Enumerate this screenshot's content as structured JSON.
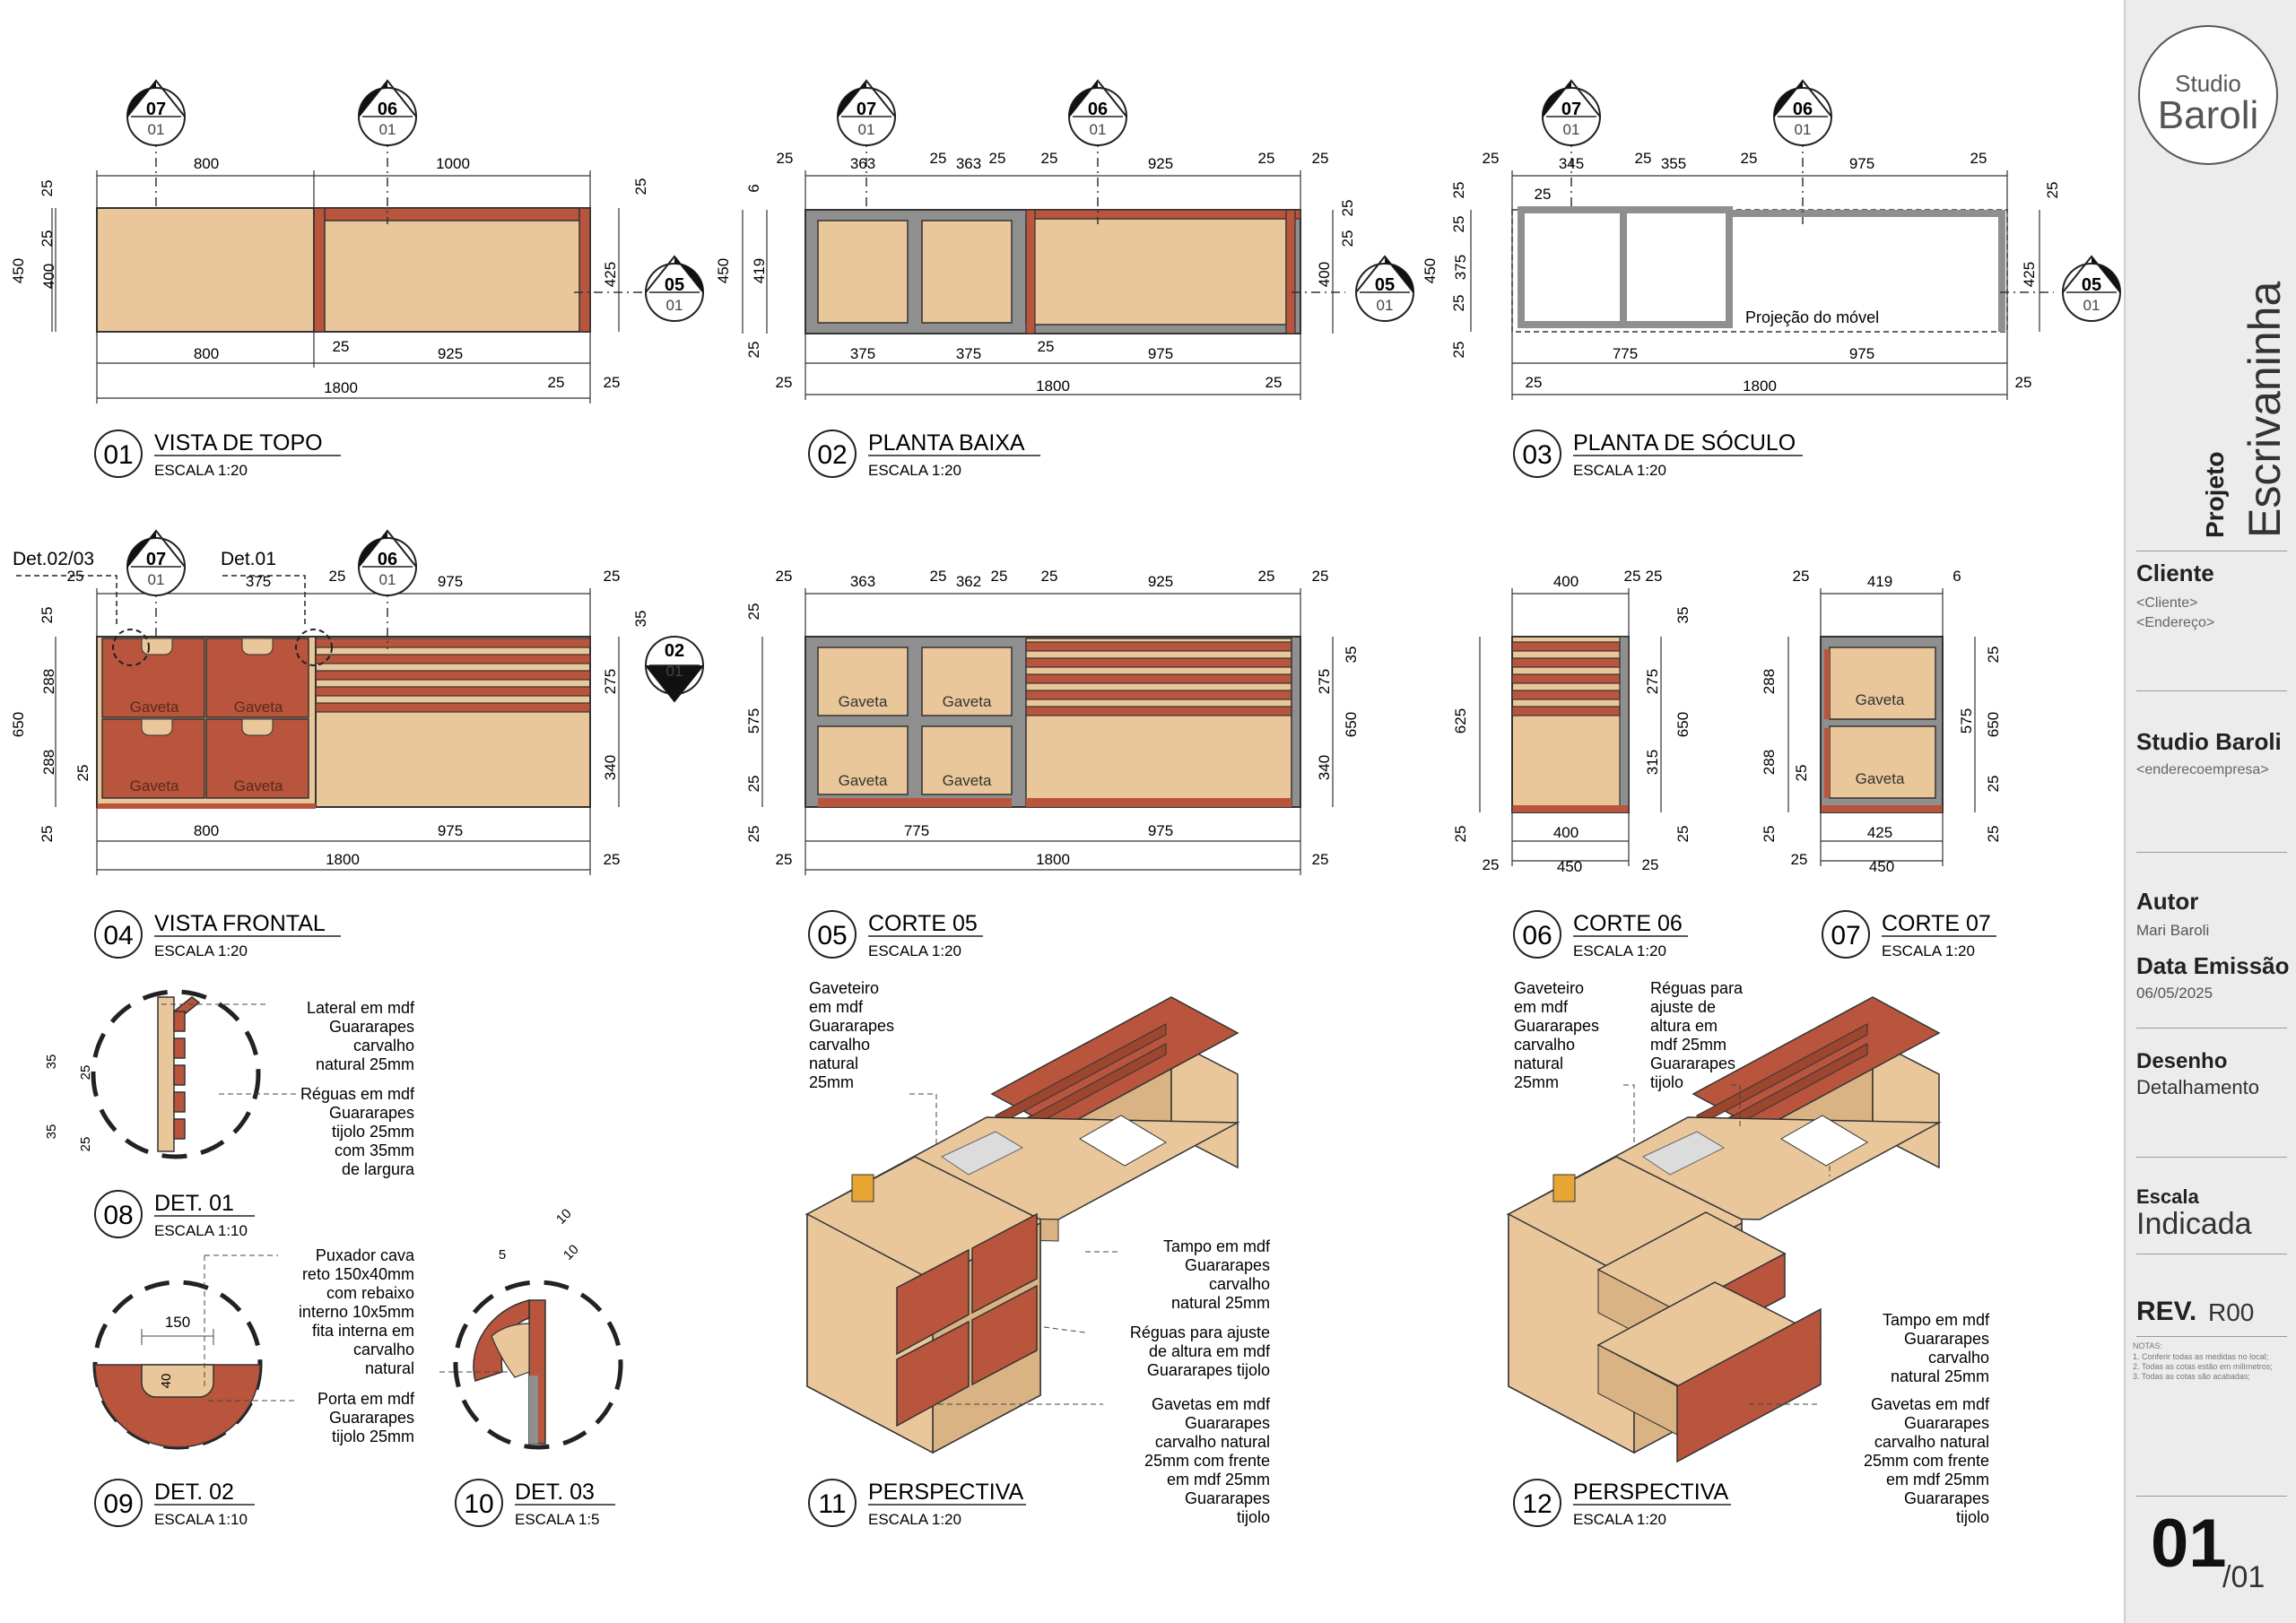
{
  "colors": {
    "wood": "#e9c79b",
    "brick": "#b8553c",
    "frame": "#8f8f8f",
    "line": "#333333",
    "panel": "#ececec"
  },
  "views": [
    {
      "num": "01",
      "title": "VISTA DE TOPO",
      "scale": "ESCALA 1:20"
    },
    {
      "num": "02",
      "title": "PLANTA BAIXA",
      "scale": "ESCALA 1:20"
    },
    {
      "num": "03",
      "title": "PLANTA DE SÓCULO",
      "scale": "ESCALA 1:20"
    },
    {
      "num": "04",
      "title": "VISTA FRONTAL",
      "scale": "ESCALA 1:20"
    },
    {
      "num": "05",
      "title": "CORTE 05",
      "scale": "ESCALA 1:20"
    },
    {
      "num": "06",
      "title": "CORTE 06",
      "scale": "ESCALA 1:20"
    },
    {
      "num": "07",
      "title": "CORTE 07",
      "scale": "ESCALA 1:20"
    },
    {
      "num": "08",
      "title": "DET. 01",
      "scale": "ESCALA 1:10"
    },
    {
      "num": "09",
      "title": "DET. 02",
      "scale": "ESCALA 1:10"
    },
    {
      "num": "10",
      "title": "DET. 03",
      "scale": "ESCALA 1:5"
    },
    {
      "num": "11",
      "title": "PERSPECTIVA",
      "scale": "ESCALA 1:20"
    },
    {
      "num": "12",
      "title": "PERSPECTIVA",
      "scale": "ESCALA 1:20"
    }
  ],
  "markers": {
    "m07": "07",
    "m06": "06",
    "m05": "05",
    "m02": "02",
    "sheet": "01"
  },
  "labels": {
    "gaveta": "Gaveta",
    "projecao": "Projeção do móvel",
    "det0203": "Det.02/03",
    "det01": "Det.01"
  },
  "dims": {
    "d25": "25",
    "d800": "800",
    "d1000": "1000",
    "d1800": "1800",
    "d925": "925",
    "d450": "450",
    "d400": "400",
    "d425": "425",
    "d6": "6",
    "d363": "363",
    "d362": "362",
    "d419": "419",
    "d375": "375",
    "d975": "975",
    "d345": "345",
    "d355": "355",
    "d775": "775",
    "d35": "35",
    "d288": "288",
    "d650": "650",
    "d275": "275",
    "d340": "340",
    "d575": "575",
    "d625": "625",
    "d315": "315",
    "d150": "150",
    "d40": "40",
    "d10": "10",
    "d5": "5"
  },
  "notes": {
    "det01_a": [
      "Lateral em mdf",
      "Guararapes",
      "carvalho",
      "natural 25mm"
    ],
    "det01_b": [
      "Réguas em mdf",
      "Guararapes",
      "tijolo 25mm",
      "com 35mm",
      "de largura"
    ],
    "det02_a": [
      "Puxador cava",
      "reto 150x40mm",
      "com rebaixo",
      "interno 10x5mm",
      "fita interna em",
      "carvalho",
      "natural"
    ],
    "det02_b": [
      "Porta em mdf",
      "Guararapes",
      "tijolo 25mm"
    ],
    "p11_a": [
      "Gaveteiro",
      "em mdf",
      "Guararapes",
      "carvalho",
      "natural",
      "25mm"
    ],
    "p11_b": [
      "Tampo em mdf",
      "Guararapes",
      "carvalho",
      "natural 25mm"
    ],
    "p11_c": [
      "Réguas para ajuste",
      "de altura em mdf",
      "Guararapes tijolo"
    ],
    "p11_d": [
      "Gavetas em mdf",
      "Guararapes",
      "carvalho natural",
      "25mm com frente",
      "em mdf 25mm",
      "Guararapes",
      "tijolo"
    ],
    "p12_a": [
      "Gaveteiro",
      "em mdf",
      "Guararapes",
      "carvalho",
      "natural",
      "25mm"
    ],
    "p12_b": [
      "Réguas para",
      "ajuste de",
      "altura em",
      "mdf 25mm",
      "Guararapes",
      "tijolo"
    ],
    "p12_c": [
      "Tampo em mdf",
      "Guararapes",
      "carvalho",
      "natural 25mm"
    ],
    "p12_d": [
      "Gavetas em mdf",
      "Guararapes",
      "carvalho natural",
      "25mm com frente",
      "em mdf 25mm",
      "Guararapes",
      "tijolo"
    ]
  },
  "titleblock": {
    "studio_small": "Studio",
    "studio_big": "Baroli",
    "projeto_label": "Projeto",
    "projeto_name": "Escrivaninha",
    "cliente_label": "Cliente",
    "cliente_val": "<Cliente>",
    "endereco_val": "<Endereço>",
    "empresa_label": "Studio Baroli",
    "empresa_val": "<enderecoempresa>",
    "autor_label": "Autor",
    "autor_val": "Mari Baroli",
    "data_label": "Data Emissão",
    "data_val": "06/05/2025",
    "desenho_label": "Desenho",
    "desenho_val": "Detalhamento",
    "escala_label": "Escala",
    "escala_val": "Indicada",
    "rev_label": "REV.",
    "rev_val": "R00",
    "notas_title": "NOTAS:",
    "notas": [
      "1. Conferir todas as medidas no local;",
      "2. Todas as cotas estão em milímetros;",
      "3. Todas as cotas são acabadas;"
    ],
    "sheet_num": "01",
    "sheet_total": "/01"
  }
}
